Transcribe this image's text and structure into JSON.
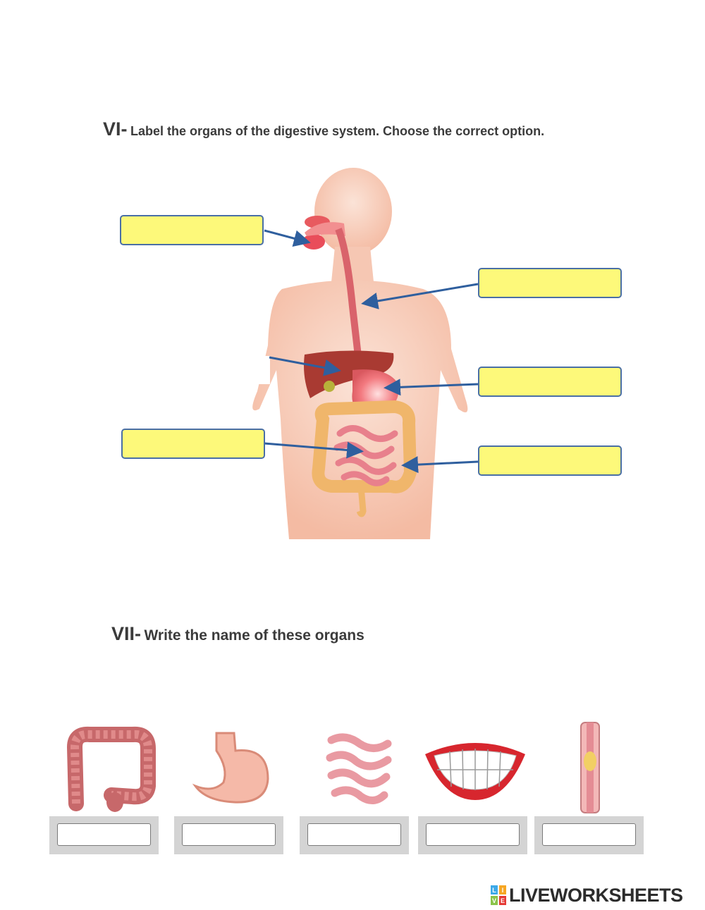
{
  "section6": {
    "number": "VI-",
    "instruction": "Label the organs of the digestive system. Choose the correct option."
  },
  "section7": {
    "number": "VII-",
    "instruction": "Write the name of these organs"
  },
  "label_boxes": [
    {
      "id": "mouth",
      "value": ""
    },
    {
      "id": "esophagus",
      "value": ""
    },
    {
      "id": "stomach",
      "value": ""
    },
    {
      "id": "small-intestine",
      "value": ""
    },
    {
      "id": "large-intestine",
      "value": ""
    }
  ],
  "organ_images": [
    "large-intestine-icon",
    "stomach-icon",
    "small-intestine-icon",
    "mouth-icon",
    "esophagus-icon"
  ],
  "answers": [
    "",
    "",
    "",
    "",
    ""
  ],
  "brand": {
    "name": "LIVEWORKSHEETS",
    "icon_letters": [
      "L",
      "I",
      "V",
      "E"
    ]
  },
  "colors": {
    "label_fill": "#fdf97a",
    "label_border": "#4a6fa5",
    "arrow": "#2f5f9e",
    "skin": "#f6c4ae"
  }
}
